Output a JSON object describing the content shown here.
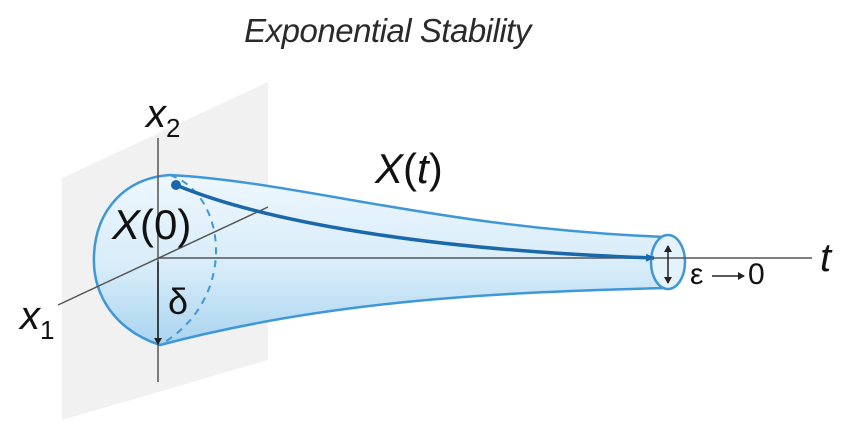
{
  "diagram": {
    "title": "Exponential Stability",
    "axes": {
      "x2_base": "x",
      "x2_sub": "2",
      "x1_base": "x",
      "x1_sub": "1",
      "t_label": "t"
    },
    "labels": {
      "trajectory": "X(t)",
      "initial_state": "X(0)",
      "delta": "δ",
      "epsilon": "ε",
      "limit": "0"
    },
    "colors": {
      "tube_edge": "#3f97d8",
      "tube_fill": "#d7ecf9",
      "trajectory": "#1a67aa",
      "axis": "#555555",
      "plane": "#e6e6e6"
    }
  }
}
